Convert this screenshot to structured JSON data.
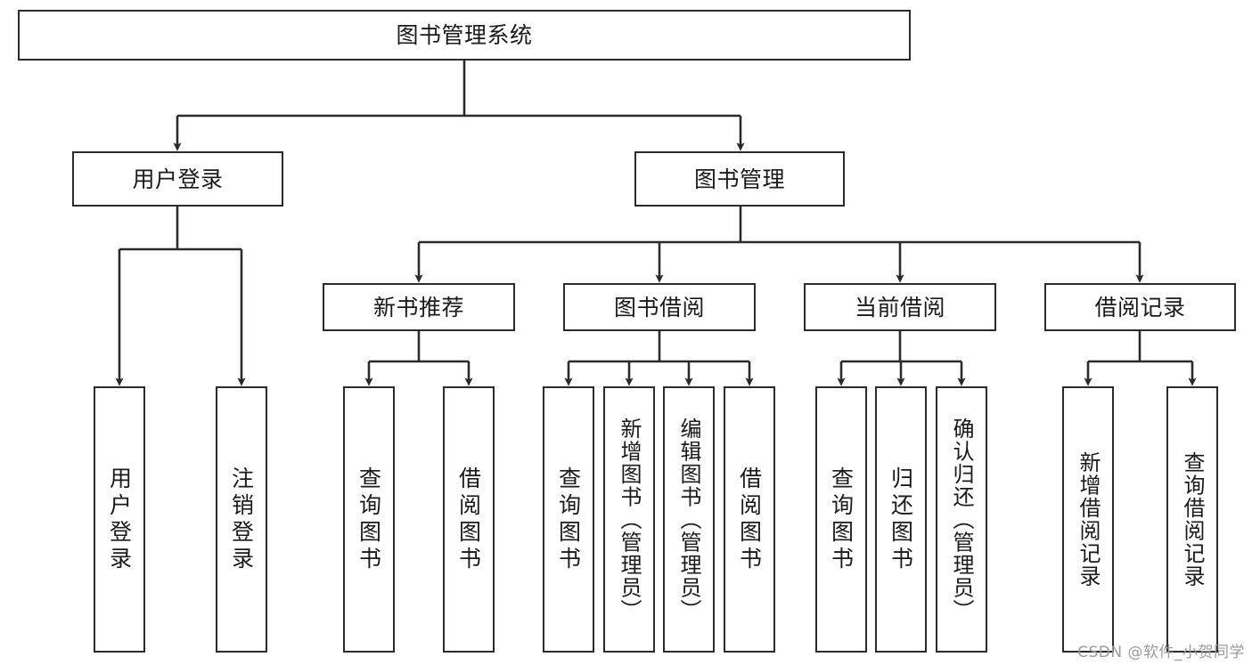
{
  "diagram": {
    "title": "图书管理系统",
    "type": "tree-hierarchy-diagram",
    "colors": {
      "box_stroke": "#2b2b2b",
      "box_fill": "#ffffff",
      "edge": "#2b2b2b",
      "text": "#1a1a1a",
      "watermark": "#9a9a9a"
    },
    "nodes": {
      "root": {
        "label": "图书管理系统"
      },
      "level2": [
        {
          "label": "用户登录"
        },
        {
          "label": "图书管理"
        }
      ],
      "level3": [
        {
          "label": "新书推荐"
        },
        {
          "label": "图书借阅"
        },
        {
          "label": "当前借阅"
        },
        {
          "label": "借阅记录"
        }
      ],
      "leaves": {
        "user_login": [
          {
            "label": "用户登录"
          },
          {
            "label": "注销登录"
          }
        ],
        "new_book_recommend": [
          {
            "label": "查询图书"
          },
          {
            "label": "借阅图书"
          }
        ],
        "book_borrow": [
          {
            "label": "查询图书"
          },
          {
            "label": "新增图书（管理员）"
          },
          {
            "label": "编辑图书（管理员）"
          },
          {
            "label": "借阅图书"
          }
        ],
        "current_borrow": [
          {
            "label": "查询图书"
          },
          {
            "label": "归还图书"
          },
          {
            "label": "确认归还（管理员）"
          }
        ],
        "borrow_record": [
          {
            "label": "新增借阅记录"
          },
          {
            "label": "查询借阅记录"
          }
        ]
      }
    },
    "watermark": "CSDN @软件_小贺同学"
  }
}
